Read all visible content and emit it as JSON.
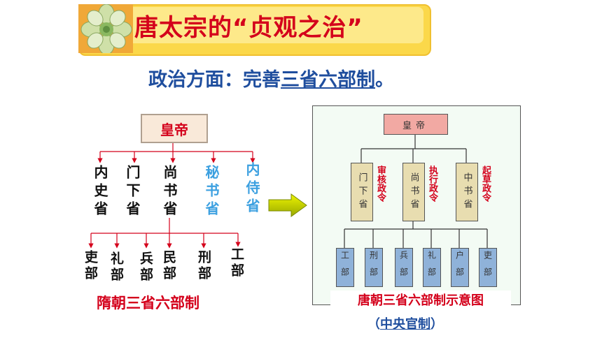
{
  "title": "唐太宗的“贞观之治”",
  "subtitle": {
    "prefix": "政治方面：完善",
    "highlight": "三省六部制",
    "suffix": "。"
  },
  "sui_diagram": {
    "emperor": "皇帝",
    "sheng": [
      {
        "label": "内史省",
        "color": "#111111"
      },
      {
        "label": "门下省",
        "color": "#111111"
      },
      {
        "label": "尚书省",
        "color": "#111111"
      },
      {
        "label": "秘书省",
        "color": "#3ca0e0"
      },
      {
        "label": "内侍省",
        "color": "#3ca0e0"
      }
    ],
    "bu": [
      "吏部",
      "礼部",
      "兵部",
      "民部",
      "刑部",
      "工部"
    ],
    "caption": "隋朝三省六部制"
  },
  "tang_diagram": {
    "emperor": "皇帝",
    "sheng": [
      {
        "label": "门下省",
        "function": "审核政令"
      },
      {
        "label": "尚书省",
        "function": "执行政令"
      },
      {
        "label": "中书省",
        "function": "起草政令"
      }
    ],
    "bu": [
      "工部",
      "刑部",
      "兵部",
      "礼部",
      "户部",
      "吏部"
    ],
    "caption": "唐朝三省六部制示意图",
    "subcaption_open": "（",
    "subcaption": "中央官制",
    "subcaption_close": "）"
  },
  "colors": {
    "accent_red": "#d4001b",
    "accent_blue": "#1f4e9e",
    "arrow_yellow": "#c8d400"
  },
  "icons": [
    "flower-icon",
    "arrow-right-icon"
  ]
}
